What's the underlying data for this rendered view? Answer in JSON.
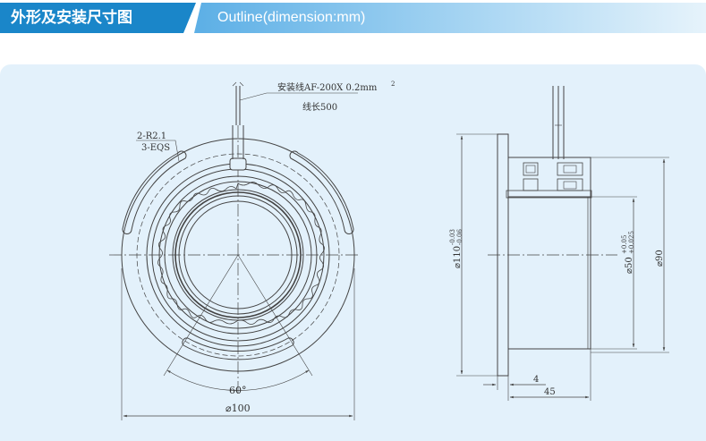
{
  "header": {
    "title_cn": "外形及安装尺寸图",
    "title_en": "Outline(dimension:mm)"
  },
  "front_view": {
    "wire_label": "安装线AF-200X  0.2mm",
    "wire_label_sup": "2",
    "wire_length": "线长500",
    "slot_label_1": "2-R2.1",
    "slot_label_2": "3-EQS",
    "angle": "60°",
    "outer_diameter": "⌀100"
  },
  "side_view": {
    "dim_110": "⌀110",
    "tol_110_a": "-0.03",
    "tol_110_b": "-0.06",
    "dim_50": "⌀50",
    "tol_50_a": "+0.05",
    "tol_50_b": "+0.025",
    "dim_90": "⌀90",
    "dim_4": "4",
    "dim_45": "45"
  },
  "colors": {
    "accent": "#1a86c9",
    "panel": "#e3f1fb",
    "line": "#444444"
  }
}
